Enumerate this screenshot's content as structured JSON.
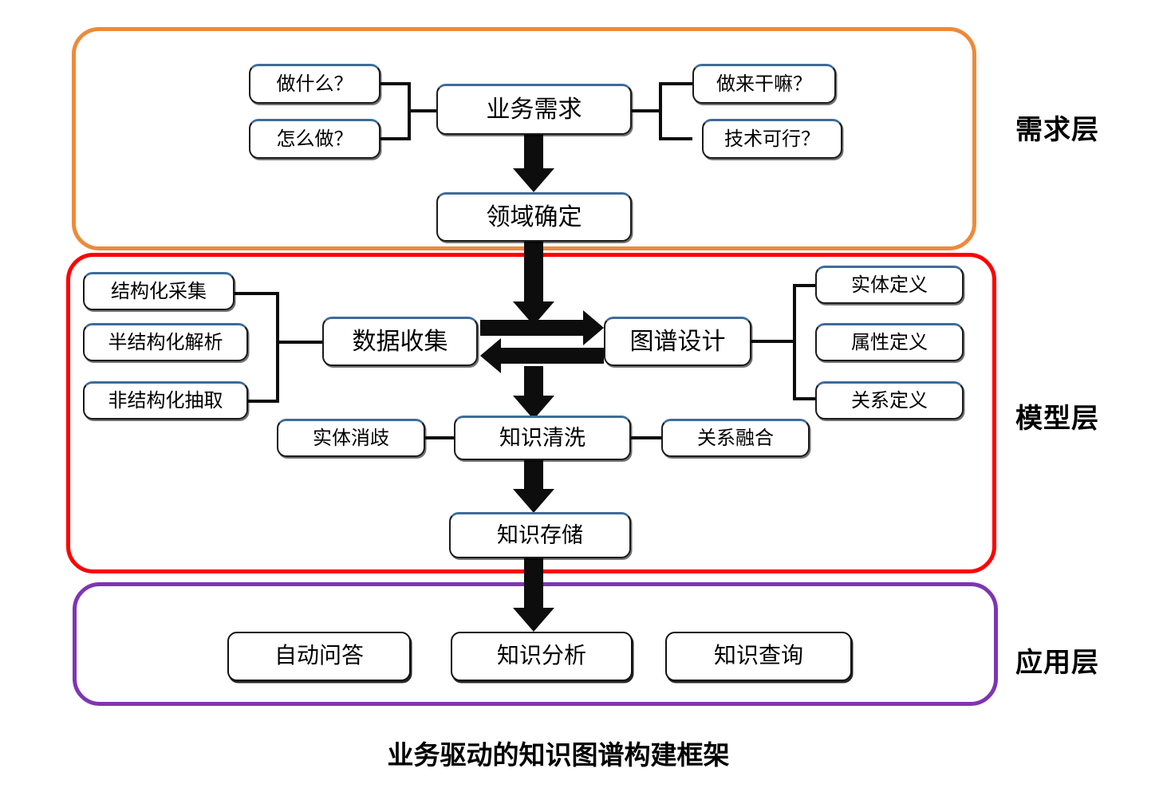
{
  "figure": {
    "caption": "业务驱动的知识图谱构建框架"
  },
  "layers": [
    {
      "id": "requirement",
      "label": "需求层",
      "color": "#ED8A3A"
    },
    {
      "id": "model",
      "label": "模型层",
      "color": "#FF0000"
    },
    {
      "id": "application",
      "label": "应用层",
      "color": "#7F35B2"
    }
  ],
  "requirement_layer": {
    "left_questions": [
      {
        "label": "做什么？"
      },
      {
        "label": "怎么做？"
      }
    ],
    "main": {
      "label": "业务需求"
    },
    "right_questions": [
      {
        "label": "做来干嘛？"
      },
      {
        "label": "技术可行？"
      }
    ],
    "domain": {
      "label": "领域确定"
    }
  },
  "model_layer": {
    "collection_sources": [
      {
        "label": "结构化采集"
      },
      {
        "label": "半结构化解析"
      },
      {
        "label": "非结构化抽取"
      }
    ],
    "data_collection": {
      "label": "数据收集"
    },
    "graph_design": {
      "label": "图谱设计"
    },
    "design_definitions": [
      {
        "label": "实体定义"
      },
      {
        "label": "属性定义"
      },
      {
        "label": "关系定义"
      }
    ],
    "entity_disambiguation": {
      "label": "实体消歧"
    },
    "knowledge_cleaning": {
      "label": "知识清洗"
    },
    "relation_fusion": {
      "label": "关系融合"
    },
    "knowledge_storage": {
      "label": "知识存储"
    }
  },
  "application_layer": {
    "applications": [
      {
        "label": "自动问答"
      },
      {
        "label": "知识分析"
      },
      {
        "label": "知识查询"
      }
    ]
  }
}
